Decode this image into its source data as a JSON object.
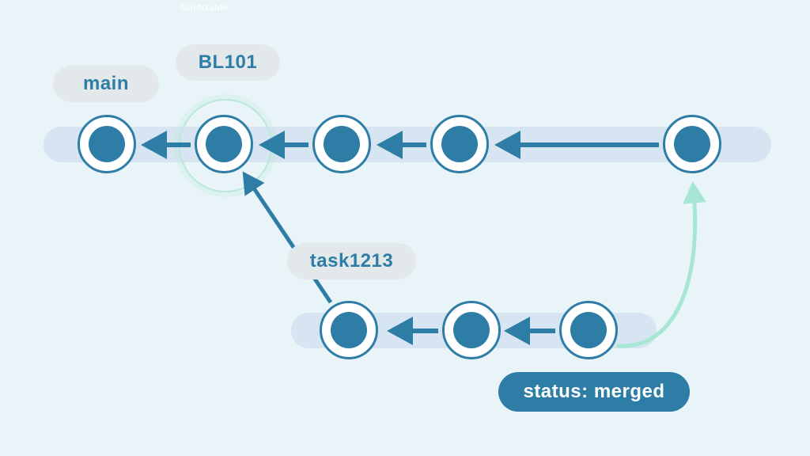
{
  "watermark": "GoldGuide",
  "labels": {
    "main_branch": "main",
    "feature_branch": "BL101",
    "task_branch": "task1213",
    "status_badge": "status: merged"
  },
  "colors": {
    "background": "#e9f4f8",
    "track": "#d7e4f1",
    "commit_fill": "#2e7da6",
    "commit_ring": "#ffffff",
    "arrow": "#2e7da6",
    "merge_curve_arrow": "#a6e6d2",
    "highlight_ring": "#b9e9da",
    "label_background": "#e3e8ea",
    "label_text": "#2e7da6",
    "status_background": "#2e7da6",
    "status_text": "#ffffff"
  },
  "diagram": {
    "type": "git-commit-graph",
    "branches": [
      {
        "name": "main",
        "commit_count": 5,
        "labels_on_commits": [
          "main",
          "BL101"
        ]
      },
      {
        "name": "task1213",
        "commit_count": 3,
        "status": "merged"
      }
    ],
    "relations": [
      {
        "from": "task1213 first commit",
        "to": "BL101 commit on main",
        "type": "parent-arrow"
      },
      {
        "from": "task1213 last commit",
        "to": "main last commit",
        "type": "merge-curve"
      }
    ]
  }
}
